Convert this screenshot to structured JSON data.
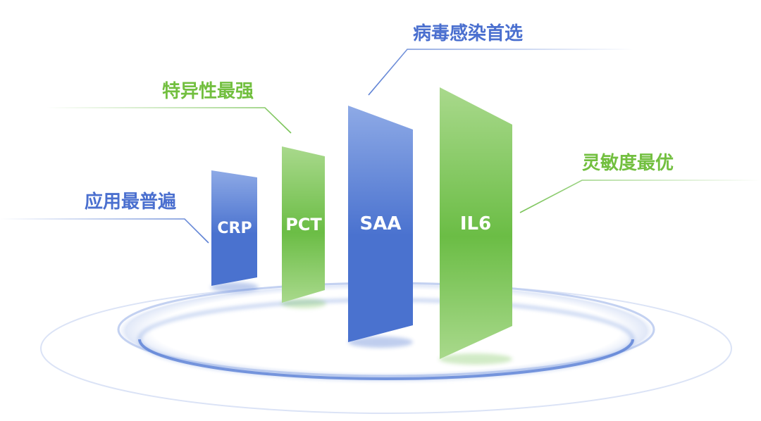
{
  "colors": {
    "blue": "#4a72cf",
    "blue_light": "#8eaae6",
    "green": "#6bbd45",
    "green_light": "#a9d98c",
    "label_blue": "#4a6fcf",
    "label_green": "#72bf3f"
  },
  "panels": [
    {
      "id": "crp",
      "name": "CRP",
      "color": "blue"
    },
    {
      "id": "pct",
      "name": "PCT",
      "color": "green"
    },
    {
      "id": "saa",
      "name": "SAA",
      "color": "blue"
    },
    {
      "id": "il6",
      "name": "IL6",
      "color": "green"
    }
  ],
  "callouts": [
    {
      "id": "crp",
      "text": "应用最普遍",
      "color": "blue"
    },
    {
      "id": "pct",
      "text": "特异性最强",
      "color": "green"
    },
    {
      "id": "saa",
      "text": "病毒感染首选",
      "color": "blue"
    },
    {
      "id": "il6",
      "text": "灵敏度最优",
      "color": "green"
    }
  ]
}
